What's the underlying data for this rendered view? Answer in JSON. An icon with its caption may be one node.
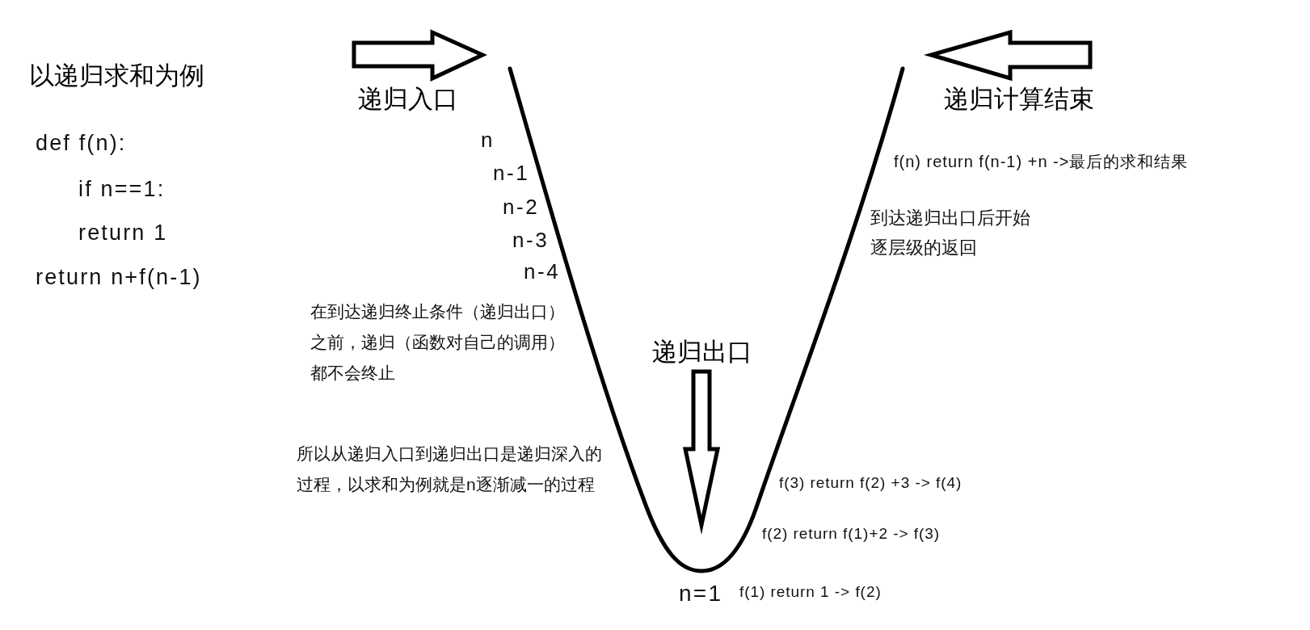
{
  "diagram": {
    "title": "以递归求和为例",
    "labels": [
      "def f(n):",
      "if n==1:",
      "return 1",
      "return n+f(n-1)",
      "递归入口",
      "n",
      "n-1",
      "n-2",
      "n-3",
      "n-4",
      "在到达递归终止条件（递归出口）之前，递归（函数对自己的调用）都不会终止",
      "所以从递归入口到递归出口是递归深入的过程，以求和为例就是n逐渐减一的过程",
      "递归出口",
      "n=1",
      "f(1) return 1 -> f(2)",
      "f(2) return f(1)+2 -> f(3)",
      "f(3) return f(2) +3 -> f(4)",
      "到达递归出口后开始逐层级的返回",
      "f(n) return f(n-1) +n ->最后的求和结果",
      "递归计算结束"
    ]
  }
}
